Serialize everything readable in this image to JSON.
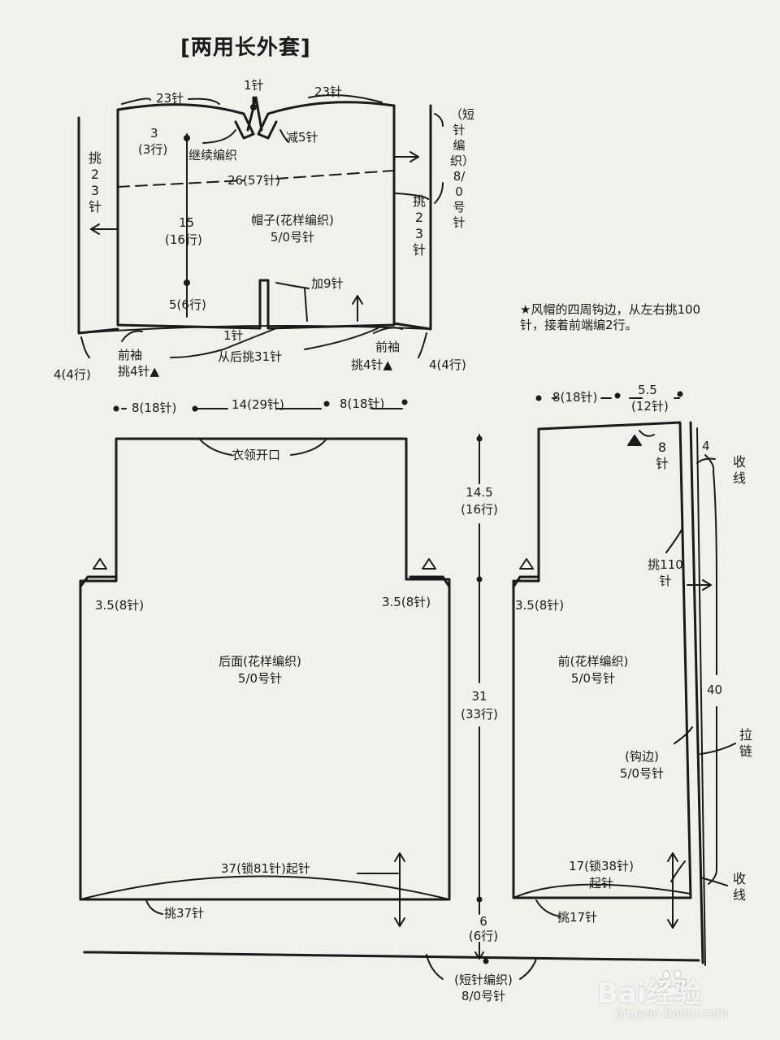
{
  "title": "[两用长外套]",
  "hood": {
    "top_left": "23针",
    "top_center": "1针",
    "top_right": "23针",
    "depth_3": "3",
    "depth_3_rows": "(3行)",
    "continue_knit": "继续编织",
    "decrease": "减5针",
    "width_26": "26(57针)",
    "pick_left": "挑23针",
    "pick_right": "挑23针",
    "depth_15": "15",
    "depth_15_rows": "(16行)",
    "name": "帽子(花样编织)",
    "needle": "5/0号针",
    "increase": "加9针",
    "depth_5": "5(6行)",
    "bottom_center": "1针",
    "pick_back": "从后挑31针",
    "left_sleeve": "前袖",
    "left_sleeve_pick": "挑4针▲",
    "right_sleeve": "前袖",
    "right_sleeve_pick": "挑4针▲",
    "left_edge": "4(4行)",
    "right_edge": "4(4行)",
    "side_band": "（短针编织）8/0号针"
  },
  "note": "★风帽的四周钩边，从左右挑100针，接着前端编2行。",
  "back": {
    "top_left": "8(18针)",
    "top_mid": "14(29针)",
    "top_right": "8(18针)",
    "neck": "衣领开口",
    "arm_left": "3.5(8针)",
    "arm_right": "3.5(8针)",
    "name": "后面(花样编织)",
    "needle": "5/0号针",
    "cast_on": "37(锁81针)起针",
    "pick": "挑37针"
  },
  "middle": {
    "h1": "14.5",
    "h1_rows": "(16行)",
    "h2": "31",
    "h2_rows": "(33行)",
    "h3": "6",
    "h3_rows": "(6行)",
    "band": "(短针编织)",
    "band_needle": "8/0号针"
  },
  "front": {
    "top_left": "8(18针)",
    "top_right": "5.5",
    "top_right_sts": "(12针)",
    "neck": "8针",
    "edge_w": "4",
    "bind_off_top": "收线",
    "pick": "挑110针",
    "arm": "3.5(8针)",
    "name": "前(花样编织)",
    "needle": "5/0号针",
    "length": "40",
    "zipper": "拉链",
    "edging": "(钩边)",
    "edging_needle": "5/0号针",
    "cast_on": "17(锁38针)",
    "cast_on2": "起针",
    "bind_off_bottom": "收线",
    "pick_bottom": "挑17针"
  },
  "watermark": {
    "brand": "Bai经验",
    "url": "jingyan.baidu.com"
  }
}
